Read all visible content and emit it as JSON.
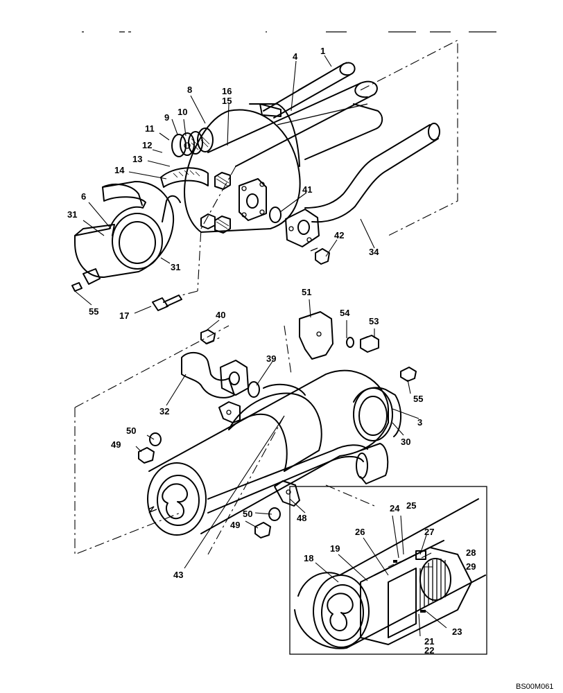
{
  "drawing_code": "BS00M061",
  "callouts": {
    "c1": "1",
    "c3": "3",
    "c4": "4",
    "c6": "6",
    "c8": "8",
    "c9": "9",
    "c10": "10",
    "c11": "11",
    "c12": "12",
    "c13": "13",
    "c14": "14",
    "c15": "15",
    "c16": "16",
    "c17": "17",
    "c18": "18",
    "c19": "19",
    "c21": "21",
    "c22": "22",
    "c23": "23",
    "c24": "24",
    "c25": "25",
    "c26": "26",
    "c27": "27",
    "c28": "28",
    "c29": "29",
    "c30": "30",
    "c31a": "31",
    "c31b": "31",
    "c32": "32",
    "c34": "34",
    "c39": "39",
    "c40": "40",
    "c41": "41",
    "c42": "42",
    "c43": "43",
    "c48": "48",
    "c49a": "49",
    "c49b": "49",
    "c50a": "50",
    "c50b": "50",
    "c51": "51",
    "c53": "53",
    "c54": "54",
    "c55a": "55",
    "c55b": "55"
  }
}
